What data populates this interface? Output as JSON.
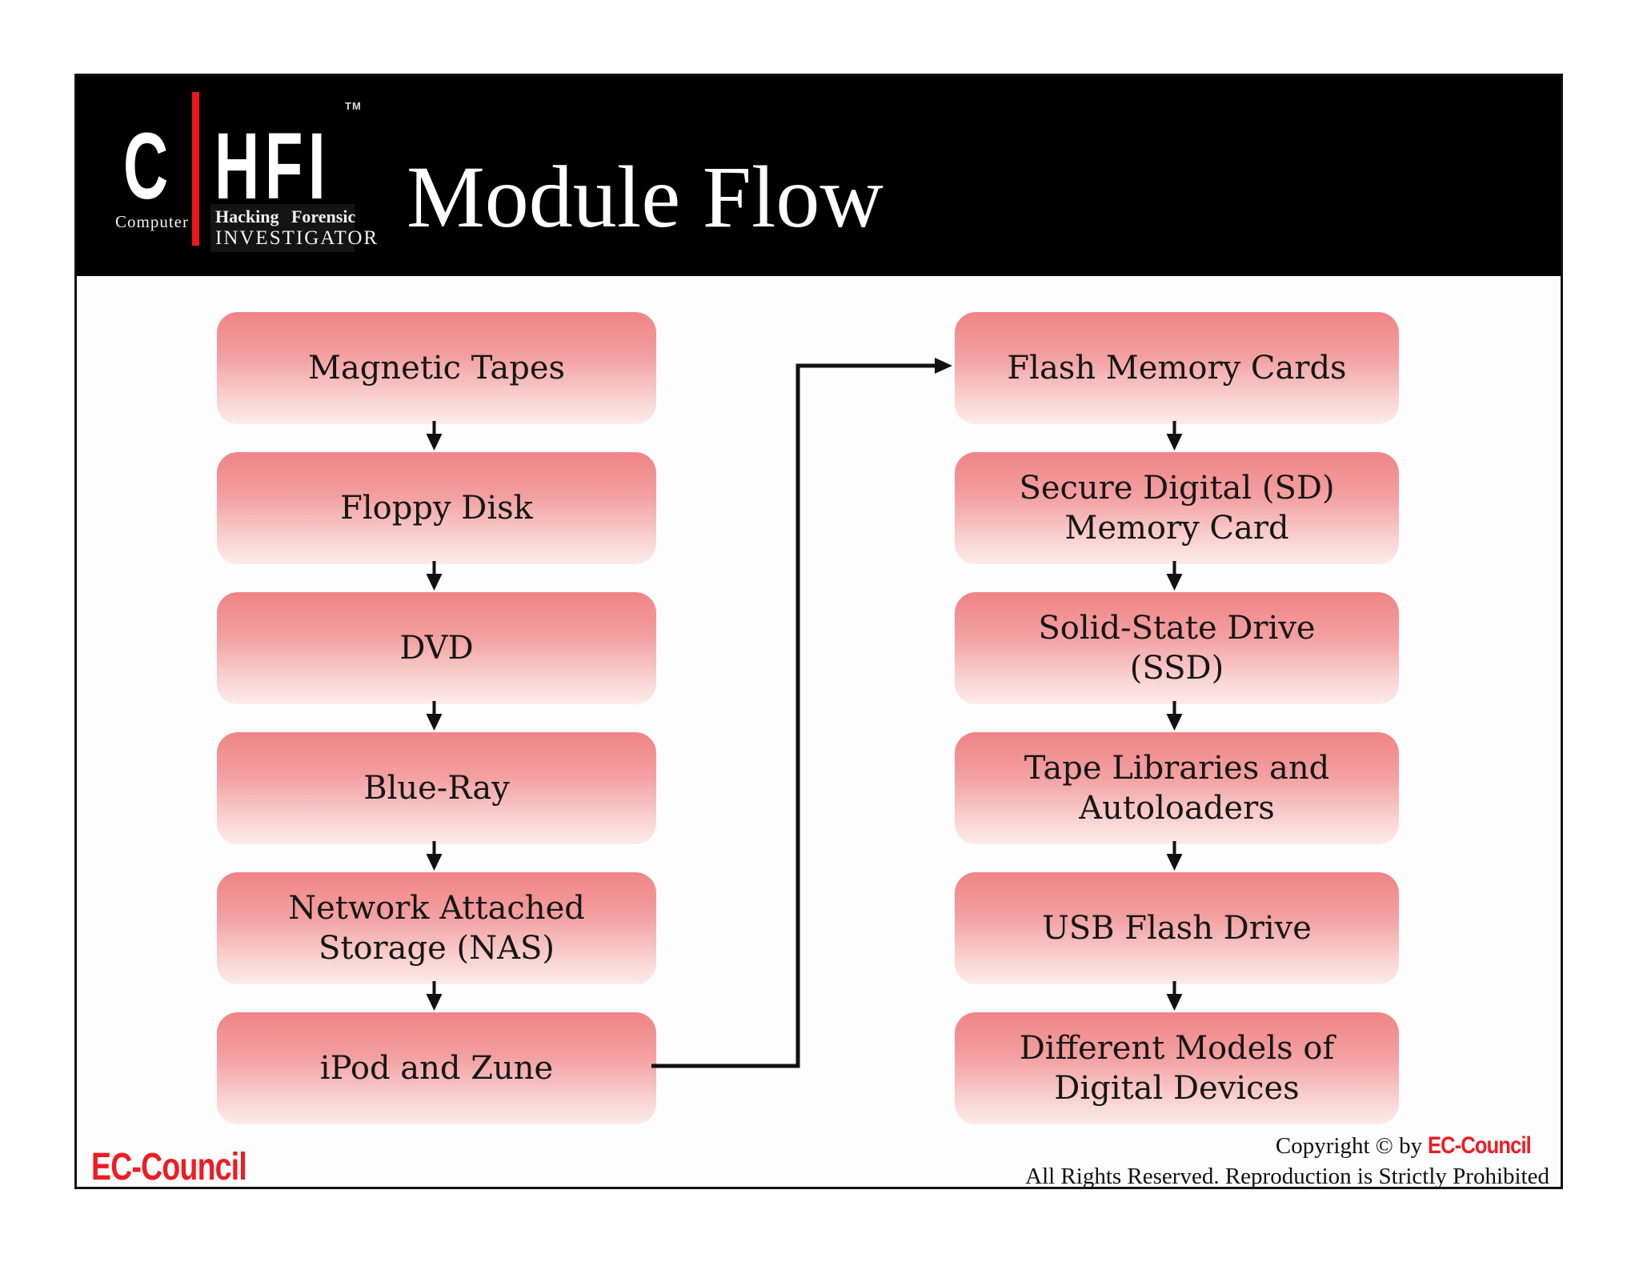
{
  "header": {
    "logo": {
      "c": "C",
      "hfi": "HFI",
      "tm": "TM",
      "computer": "Computer",
      "line1": "Hacking Forensic",
      "line2": "INVESTIGATOR"
    },
    "title": "Module Flow"
  },
  "flow": {
    "left_column": [
      "Magnetic Tapes",
      "Floppy Disk",
      "DVD",
      "Blue-Ray",
      "Network Attached Storage (NAS)",
      "iPod and Zune"
    ],
    "right_column": [
      "Flash Memory Cards",
      "Secure Digital (SD) Memory Card",
      "Solid-State Drive (SSD)",
      "Tape Libraries and Autoloaders",
      "USB Flash Drive",
      "Different Models of Digital Devices"
    ],
    "connection": "iPod and Zune -> Flash Memory Cards"
  },
  "footer": {
    "brand": "EC-Council",
    "copyright_prefix": "Copyright © by ",
    "rights": "All Rights Reserved. Reproduction is Strictly Prohibited"
  },
  "colors": {
    "accent_red": "#ed1c24",
    "node_gradient_top": "#f08486",
    "node_gradient_bottom": "#fcebea",
    "header_background": "#000000",
    "text": "#111111"
  }
}
